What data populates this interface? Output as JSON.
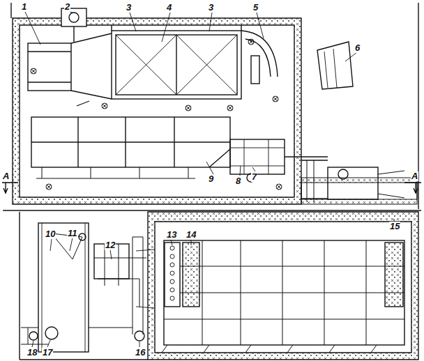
{
  "diagram": {
    "labels": [
      "1",
      "2",
      "3",
      "4",
      "3",
      "5",
      "6",
      "A",
      "A",
      "7",
      "8",
      "9",
      "10",
      "11",
      "12",
      "13",
      "14",
      "15",
      "16",
      "17",
      "18"
    ]
  }
}
